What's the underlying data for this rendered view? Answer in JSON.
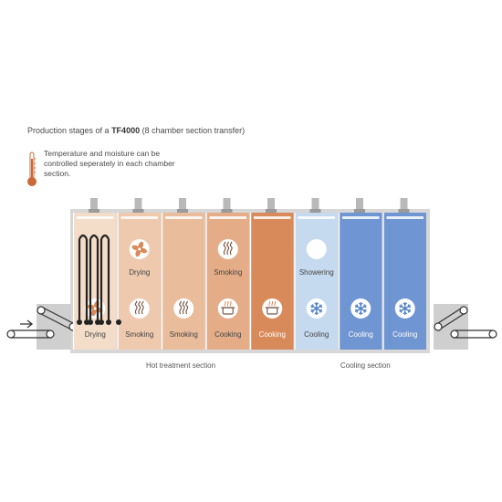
{
  "title": {
    "prefix": "Production stages of a ",
    "model": "TF4000",
    "suffix": " (8 chamber section transfer)"
  },
  "note": {
    "icon": "thermometer-icon",
    "text": "Temperature and moisture can be controlled seperately in each chamber section."
  },
  "chambers": [
    {
      "color": "#f3dcc8",
      "top": "",
      "top_icon": "",
      "bottom": "Drying",
      "bottom_icon": "fan-icon"
    },
    {
      "color": "#eec9ae",
      "top": "Drying",
      "top_icon": "fan-icon",
      "bottom": "Smoking",
      "bottom_icon": "smoke-icon"
    },
    {
      "color": "#e9bc9c",
      "top": "",
      "top_icon": "",
      "bottom": "Smoking",
      "bottom_icon": "smoke-icon"
    },
    {
      "color": "#e4ad87",
      "top": "Smoking",
      "top_icon": "smoke-icon",
      "bottom": "Cooking",
      "bottom_icon": "pot-icon"
    },
    {
      "color": "#d98a5a",
      "top": "",
      "top_icon": "",
      "bottom": "Cooking",
      "bottom_icon": "pot-icon"
    },
    {
      "color": "#c5d9ef",
      "top": "Showering",
      "top_icon": "shower-icon",
      "bottom": "Cooling",
      "bottom_icon": "snowflake-icon"
    },
    {
      "color": "#6f95d2",
      "top": "",
      "top_icon": "",
      "bottom": "Cooling",
      "bottom_icon": "snowflake-icon"
    },
    {
      "color": "#6f95d2",
      "top": "",
      "top_icon": "",
      "bottom": "Cooling",
      "bottom_icon": "snowflake-icon"
    }
  ],
  "sections": {
    "hot": "Hot treatment section",
    "cooling": "Cooling section"
  },
  "colors": {
    "frame": "#b9b9b9",
    "text": "#4a4a4a",
    "accent": "#d2691e"
  }
}
